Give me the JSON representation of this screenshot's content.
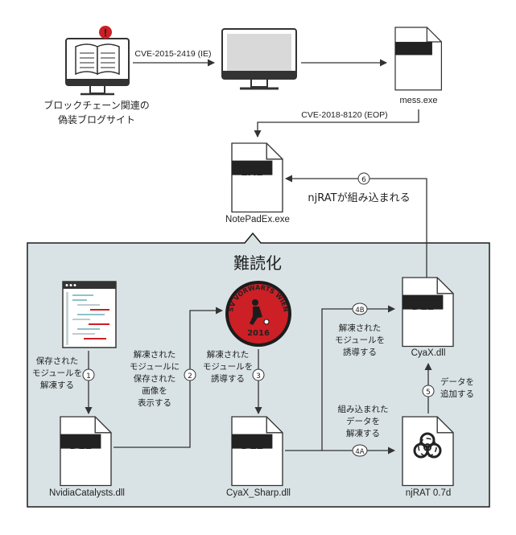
{
  "nodes": {
    "blog_label": [
      "ブロックチェーン関連の",
      "偽装ブログサイト"
    ],
    "mess_exe": {
      "badge": "EXE",
      "label": "mess.exe"
    },
    "notepad": {
      "badge": "EXE",
      "label": "NotePadEx.exe"
    },
    "nvidia": {
      "badge": "DLL",
      "label": "NvidiaCatalysts.dll"
    },
    "cyax_sharp": {
      "badge": "DLL",
      "label": "CyaX_Sharp.dll"
    },
    "cyax": {
      "badge": "DLL",
      "label": "CyaX.dll"
    },
    "njrat": {
      "label": "njRAT 0.7d"
    },
    "logo": {
      "top": "SV VORWARTS WIEN",
      "year": "2016"
    }
  },
  "edges": {
    "cve_ie": "CVE-2015-2419 (IE)",
    "cve_eop": "CVE-2018-8120 (EOP)",
    "embed": "njRATが組み込まれる",
    "step1": [
      "保存された",
      "モジュールを",
      "解凍する"
    ],
    "step2": [
      "解凍された",
      "モジュールに",
      "保存された",
      "画像を",
      "表示する"
    ],
    "step3": [
      "解凍された",
      "モジュールを",
      "誘導する"
    ],
    "step4b": [
      "解凍された",
      "モジュールを",
      "誘導する"
    ],
    "step4a": [
      "組み込まれた",
      "データを",
      "解凍する"
    ],
    "step5": [
      "データを",
      "追加する"
    ]
  },
  "steps": {
    "s1": "1",
    "s2": "2",
    "s3": "3",
    "s4a": "4A",
    "s4b": "4B",
    "s5": "5",
    "s6": "6"
  },
  "panel": {
    "title": "難読化"
  },
  "colors": {
    "panel_bg": "#d9e3e5",
    "panel_border": "#1c1c1c",
    "badge": "#222222",
    "logo_red": "#cc1f26",
    "arrow": "#333333"
  }
}
